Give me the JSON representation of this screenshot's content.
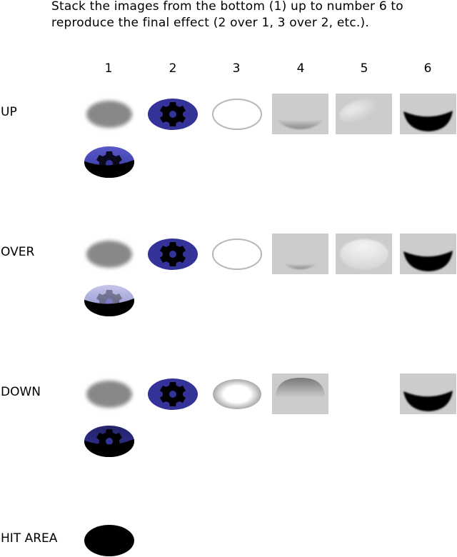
{
  "instructions": {
    "line1": "Stack the images from the bottom (1) up to number 6 to",
    "line2": "reproduce the final effect (2 over 1, 3 over 2, etc.)."
  },
  "columns": [
    "1",
    "2",
    "3",
    "4",
    "5",
    "6"
  ],
  "rows": [
    {
      "label": "UP",
      "layers": [
        "shadow",
        "gear-base",
        "ring-outline",
        "bottom-gloss",
        "top-highlight",
        "dark-crescent"
      ],
      "result": "composite-up"
    },
    {
      "label": "OVER",
      "layers": [
        "shadow",
        "gear-base",
        "ring-outline",
        "bottom-gloss-small",
        "full-highlight",
        "dark-crescent"
      ],
      "result": "composite-over"
    },
    {
      "label": "DOWN",
      "layers": [
        "shadow",
        "gear-base",
        "inner-glow-ring",
        "top-dark-gradient",
        "",
        "dark-crescent"
      ],
      "result": "composite-down"
    }
  ],
  "hit_area": {
    "label": "HIT AREA"
  },
  "colors": {
    "gear_blue": "#333399",
    "shadow_gray": "#888888",
    "box_gray": "#cccccc",
    "black": "#000000"
  }
}
